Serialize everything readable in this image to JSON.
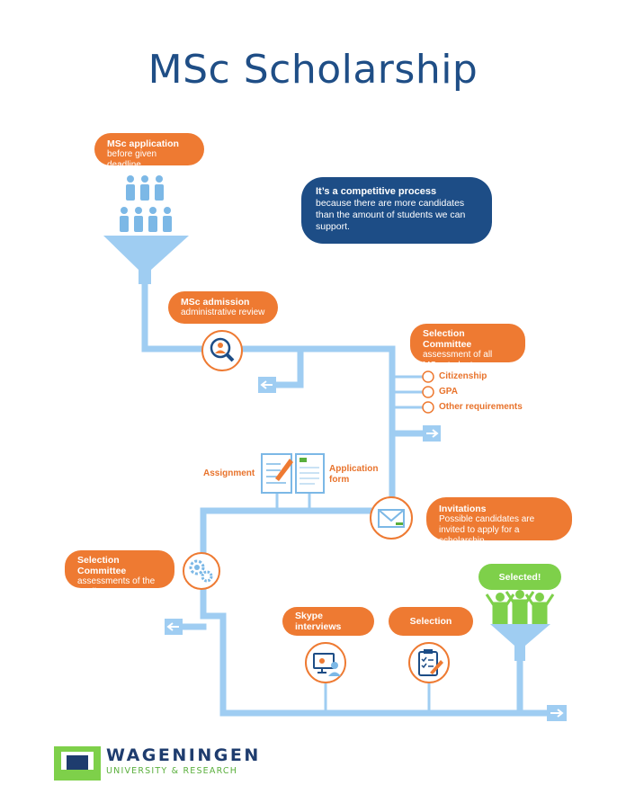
{
  "title": "MSc Scholarship",
  "steps": {
    "msc_application": {
      "title": "MSc application",
      "sub": "before given deadline"
    },
    "msc_admission": {
      "title": "MSc admission",
      "sub": "administrative review"
    },
    "selection_committee_1": {
      "title": "Selection Committee",
      "sub": "assessment of all MSc students"
    },
    "invitations": {
      "title": "Invitations",
      "sub": "Possible candidates are invited to apply for a scholarship"
    },
    "selection_committee_2": {
      "title": "Selection Committee",
      "sub": "assessments of the applicants"
    },
    "skype_interviews": "Skype interviews",
    "selection": "Selection",
    "selected": "Selected!"
  },
  "competitive": {
    "title": "It’s a competitive process",
    "text": "because there are more candidates than the amount of students we can support."
  },
  "requirements": [
    "Citizenship",
    "GPA",
    "Other requirements"
  ],
  "documents": {
    "assignment": "Assignment",
    "application_form": "Application form"
  },
  "logo": {
    "name": "WAGENINGEN",
    "subtitle": "UNIVERSITY & RESEARCH"
  },
  "colors": {
    "orange": "#ee7a32",
    "navy": "#1d4d86",
    "pipe": "#9fcdf2",
    "green": "#7ed04a"
  }
}
